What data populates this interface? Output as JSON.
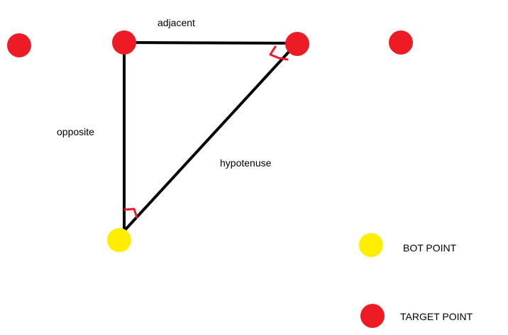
{
  "diagram": {
    "labels": {
      "adjacent": "adjacent",
      "opposite": "opposite",
      "hypotenuse": "hypotenuse"
    },
    "legend": {
      "bot_point": "BOT POINT",
      "target_point": "TARGET POINT"
    },
    "colors": {
      "bot": "#ffee00",
      "target": "#ed1c24",
      "line": "#000000",
      "angle_marker": "#ed1c24",
      "background": "#ffffff"
    }
  }
}
